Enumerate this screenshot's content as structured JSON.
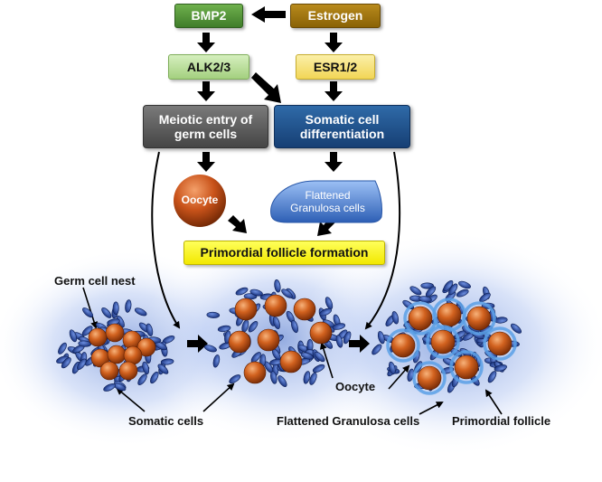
{
  "boxes": {
    "bmp2": "BMP2",
    "estrogen": "Estrogen",
    "alk": "ALK2/3",
    "esr": "ESR1/2",
    "meiotic_line1": "Meiotic entry of",
    "meiotic_line2": "germ cells",
    "somatic_line1": "Somatic cell",
    "somatic_line2": "differentiation",
    "oocyte": "Oocyte",
    "granulosa_line1": "Flattened",
    "granulosa_line2": "Granulosa cells",
    "primordial_formation": "Primordial follicle formation"
  },
  "labels": {
    "germ_cell_nest": "Germ cell nest",
    "somatic_cells": "Somatic cells",
    "oocyte": "Oocyte",
    "flattened_granulosa": "Flattened Granulosa cells",
    "primordial_follicle": "Primordial follicle"
  },
  "colors": {
    "bmp2": "#5a9a3c",
    "estrogen": "#a47a12",
    "alk": "#b6dd96",
    "esr": "#f6e37a",
    "meiotic": "#5a5a5a",
    "somatic": "#1f4e86",
    "oocyte": "#c8501a",
    "granulosa": "#3c6fc0",
    "formation": "#ffff00",
    "glow": "#9fb8e6"
  }
}
